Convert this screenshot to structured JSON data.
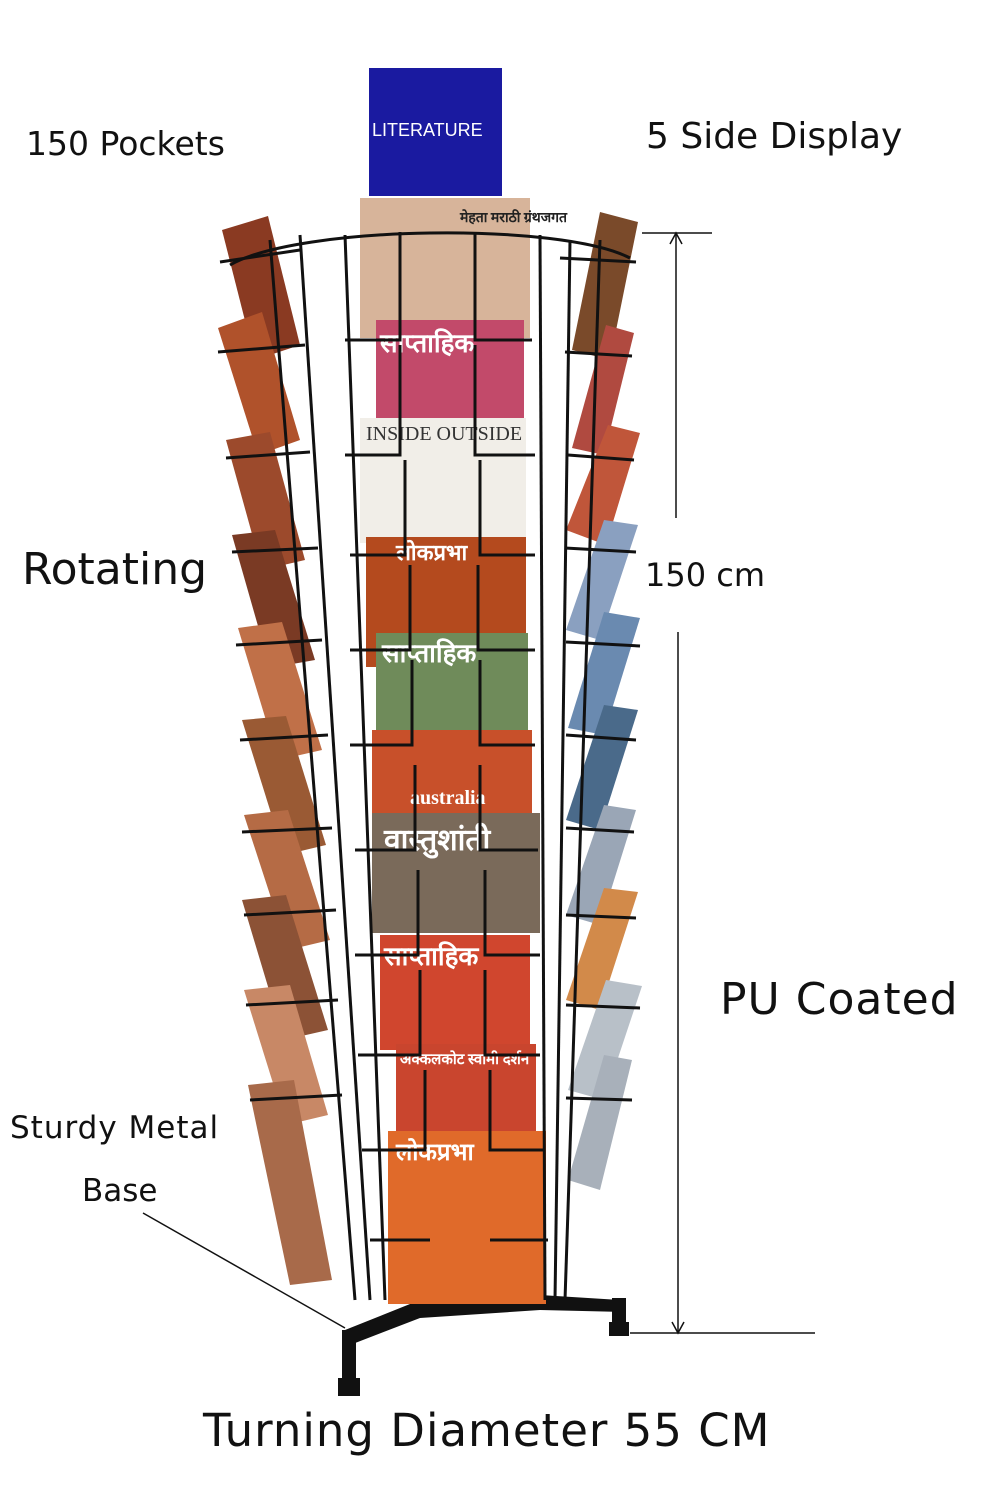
{
  "labels": {
    "pockets": "150 Pockets",
    "sides": "5 Side Display",
    "rotating": "Rotating",
    "height": "150 cm",
    "coating": "PU Coated",
    "base_line1": "Sturdy Metal",
    "base_line2": "Base",
    "diameter": "Turning Diameter 55 CM"
  },
  "sign": {
    "text": "LITERATURE",
    "color": "#1a1aa0"
  },
  "magazines": {
    "m1": "मेहता मराठी ग्रंथजगत",
    "m2": "साप्ताहिक",
    "m3": "INSIDE OUTSIDE",
    "m4": "लोकप्रभा",
    "m5": "साप्ताहिक",
    "m6": "australia",
    "m7": "वास्तुशांती",
    "m8": "साप्ताहिक",
    "m9": "अक्कलकोट स्वामी दर्शन",
    "m10": "लोकप्रभा"
  },
  "colors": {
    "wire": "#111111",
    "accent": "#1a1aa0"
  }
}
